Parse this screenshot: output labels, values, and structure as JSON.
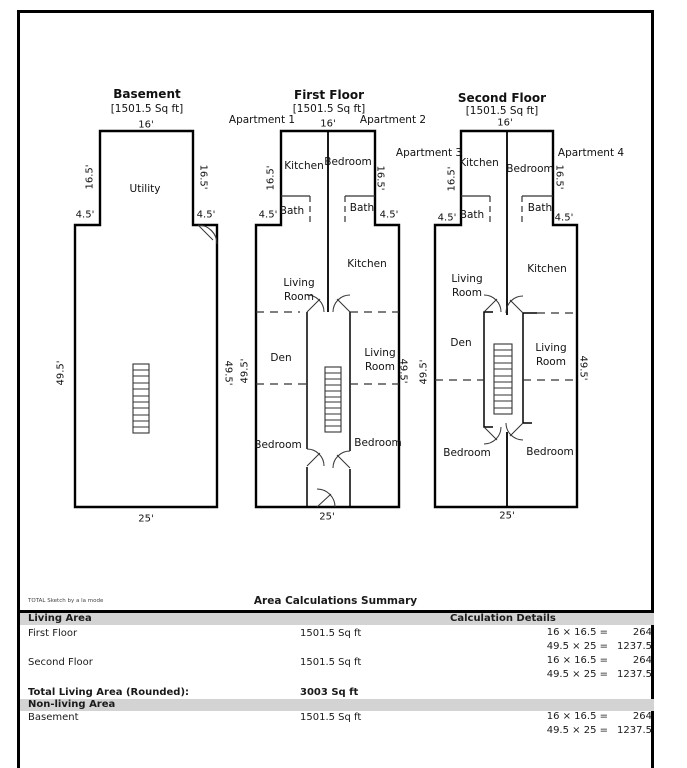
{
  "branding": "TOTAL Sketch by a la mode",
  "plans": {
    "basement": {
      "title": "Basement",
      "subtitle": "[1501.5 Sq ft]",
      "dim_top": "16'",
      "dim_upper_left": "16.5'",
      "dim_upper_right": "16.5'",
      "dim_step_left": "4.5'",
      "dim_step_right": "4.5'",
      "dim_side_left": "49.5'",
      "dim_side_right": "49.5'",
      "dim_bottom": "25'",
      "rooms": {
        "utility": "Utility"
      }
    },
    "first_floor": {
      "title": "First Floor",
      "subtitle": "[1501.5 Sq ft]",
      "apartment_left": "Apartment 1",
      "apartment_right": "Apartment 2",
      "dim_top": "16'",
      "dim_upper_left": "16.5'",
      "dim_upper_right": "16.5'",
      "dim_step_left": "4.5'",
      "dim_step_right": "4.5'",
      "dim_side_left": "49.5'",
      "dim_side_right": "49.5'",
      "dim_bottom": "25'",
      "rooms": {
        "kitchen_upper": "Kitchen",
        "bedroom_upper": "Bedroom",
        "bath_left": "Bath",
        "bath_right": "Bath",
        "kitchen_main": "Kitchen",
        "living_room_upper": "Living\nRoom",
        "den": "Den",
        "living_room_lower": "Living\nRoom",
        "bedroom_left": "Bedroom",
        "bedroom_right": "Bedroom"
      }
    },
    "second_floor": {
      "title": "Second Floor",
      "subtitle": "[1501.5 Sq ft]",
      "apartment_left": "Apartment 3",
      "apartment_right": "Apartment 4",
      "dim_top": "16'",
      "dim_upper_left": "16.5'",
      "dim_upper_right": "16.5'",
      "dim_step_left": "4.5'",
      "dim_step_right": "4.5'",
      "dim_side_left": "49.5'",
      "dim_side_right": "49.5'",
      "dim_bottom": "25'",
      "rooms": {
        "kitchen_upper": "Kitchen",
        "bedroom_upper": "Bedroom",
        "bath_left": "Bath",
        "bath_right": "Bath",
        "kitchen_main": "Kitchen",
        "living_room_upper": "Living\nRoom",
        "den": "Den",
        "living_room_lower": "Living\nRoom",
        "bedroom_left": "Bedroom",
        "bedroom_right": "Bedroom"
      }
    }
  },
  "summary": {
    "title": "Area Calculations Summary",
    "living_header": "Living Area",
    "details_header": "Calculation Details",
    "rows": [
      {
        "label": "First Floor",
        "area": "1501.5 Sq ft",
        "calc1_expr": "16 × 16.5 =",
        "calc1_val": "264",
        "calc2_expr": "49.5 × 25 =",
        "calc2_val": "1237.5"
      },
      {
        "label": "Second Floor",
        "area": "1501.5 Sq ft",
        "calc1_expr": "16 × 16.5 =",
        "calc1_val": "264",
        "calc2_expr": "49.5 × 25 =",
        "calc2_val": "1237.5"
      }
    ],
    "total_label": "Total Living Area (Rounded):",
    "total_value": "3003 Sq ft",
    "nonliving_header": "Non-living Area",
    "nonliving_rows": [
      {
        "label": "Basement",
        "area": "1501.5 Sq ft",
        "calc1_expr": "16 × 16.5 =",
        "calc1_val": "264",
        "calc2_expr": "49.5 × 25 =",
        "calc2_val": "1237.5"
      }
    ]
  }
}
